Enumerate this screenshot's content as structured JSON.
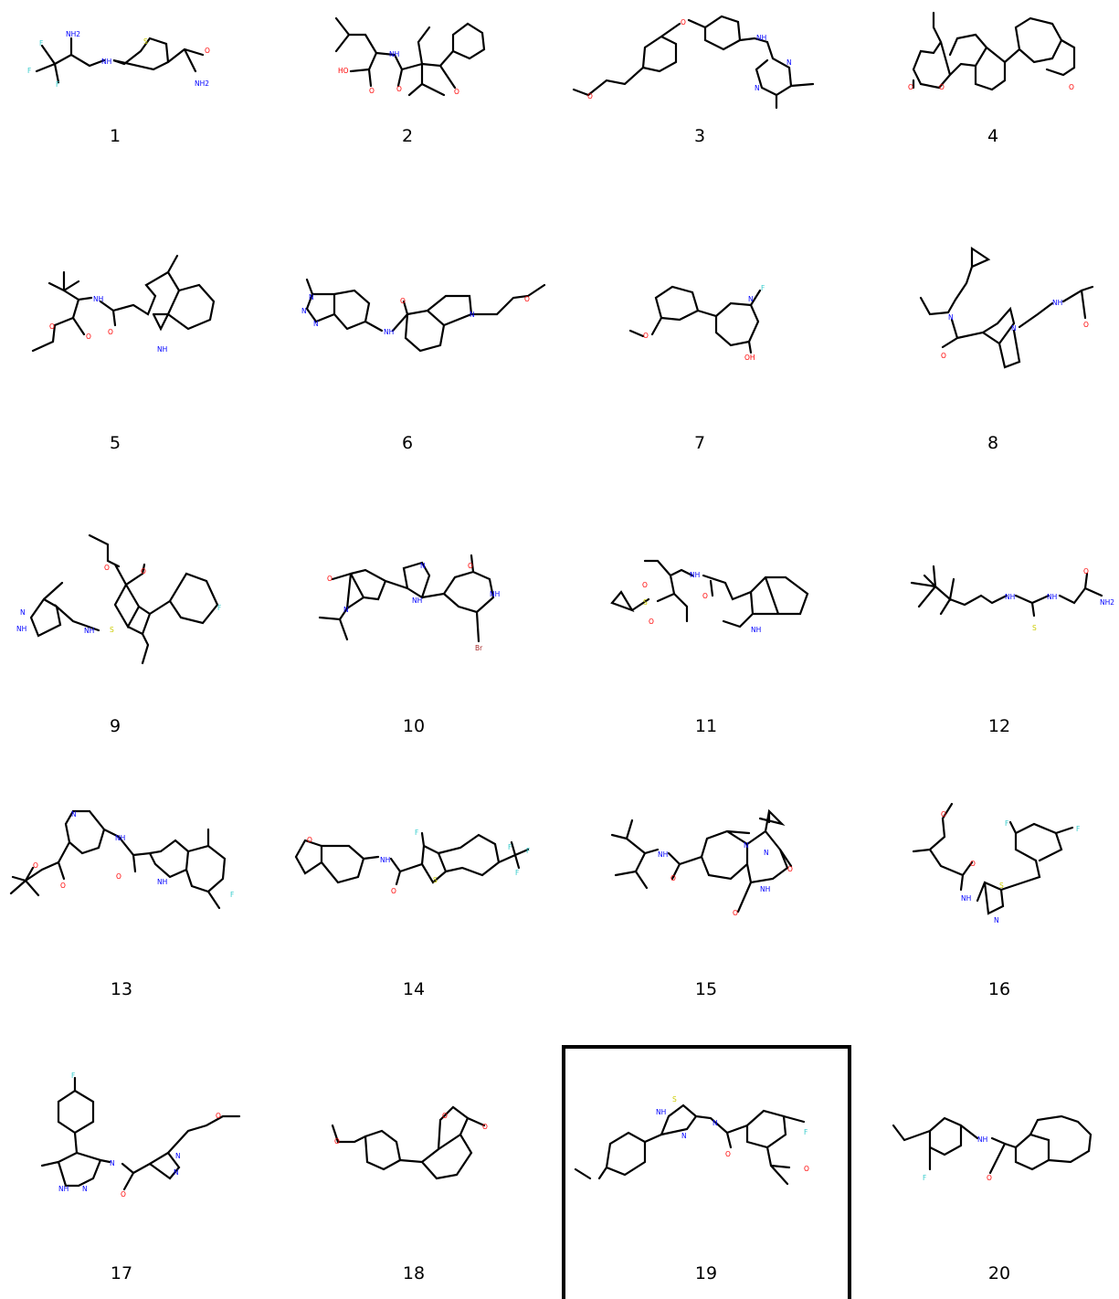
{
  "colors": {
    "C": "#000000",
    "N": "#0000ff",
    "O": "#ff0000",
    "F": "#33cccc",
    "S": "#cccc00",
    "Br": "#a62929",
    "selection": "#000000"
  },
  "grid": {
    "selected": "19",
    "molecules": [
      {
        "caption": "1",
        "atoms": [
          "F",
          "F",
          "F",
          "NH2",
          "NH",
          "S",
          "O",
          "NH2"
        ]
      },
      {
        "caption": "2",
        "atoms": [
          "HO",
          "O",
          "NH",
          "O",
          "O"
        ]
      },
      {
        "caption": "3",
        "atoms": [
          "O",
          "O",
          "NH",
          "N",
          "N"
        ]
      },
      {
        "caption": "4",
        "atoms": [
          "O",
          "O",
          "O"
        ]
      },
      {
        "caption": "5",
        "atoms": [
          "NH",
          "O",
          "O",
          "O",
          "NH"
        ]
      },
      {
        "caption": "6",
        "atoms": [
          "N",
          "N",
          "N",
          "O",
          "NH",
          "N",
          "O"
        ]
      },
      {
        "caption": "7",
        "atoms": [
          "N",
          "F",
          "O",
          "OH"
        ]
      },
      {
        "caption": "8",
        "atoms": [
          "N",
          "O",
          "N",
          "NH",
          "O"
        ]
      },
      {
        "caption": "9",
        "atoms": [
          "O",
          "O",
          "N",
          "NH",
          "NH",
          "S",
          "F"
        ]
      },
      {
        "caption": "10",
        "atoms": [
          "O",
          "N",
          "N",
          "NH",
          "O",
          "NH",
          "Br"
        ]
      },
      {
        "caption": "11",
        "atoms": [
          "NH",
          "O",
          "S",
          "O",
          "O",
          "NH"
        ]
      },
      {
        "caption": "12",
        "atoms": [
          "NH",
          "NH",
          "S",
          "O",
          "NH2"
        ]
      },
      {
        "caption": "13",
        "atoms": [
          "N",
          "NH",
          "O",
          "O",
          "O",
          "NH",
          "F"
        ]
      },
      {
        "caption": "14",
        "atoms": [
          "O",
          "NH",
          "F",
          "O",
          "S",
          "F",
          "F",
          "F"
        ]
      },
      {
        "caption": "15",
        "atoms": [
          "NH",
          "O",
          "N",
          "N",
          "O",
          "O",
          "NH"
        ]
      },
      {
        "caption": "16",
        "atoms": [
          "O",
          "F",
          "F",
          "O",
          "NH",
          "S",
          "N"
        ]
      },
      {
        "caption": "17",
        "atoms": [
          "F",
          "N",
          "O",
          "N",
          "N",
          "NH",
          "N",
          "O"
        ]
      },
      {
        "caption": "18",
        "atoms": [
          "O",
          "O",
          "O"
        ]
      },
      {
        "caption": "19",
        "atoms": [
          "S",
          "NH",
          "N",
          "N",
          "O",
          "O",
          "F"
        ]
      },
      {
        "caption": "20",
        "atoms": [
          "NH",
          "F",
          "O"
        ]
      }
    ]
  }
}
